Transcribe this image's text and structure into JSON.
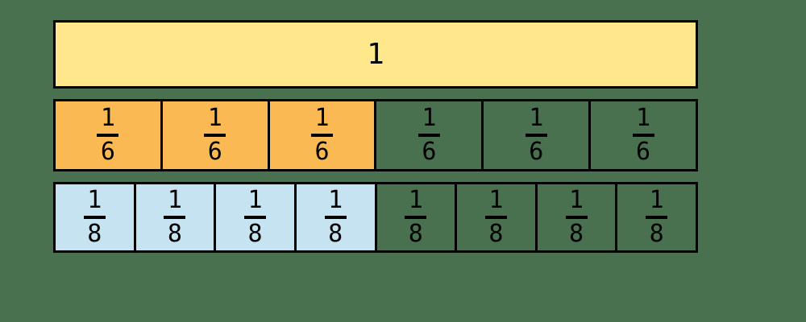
{
  "diagram_title": "fraction-bar-model",
  "colors": {
    "background": "#497150",
    "whole_fill": "#FFE78C",
    "sixths_fill": "#FBB954",
    "eighths_fill": "#C5E3F1",
    "border_color": "#000000",
    "text_color": "#000000"
  },
  "rows": [
    {
      "name": "whole",
      "label": "1",
      "shaded_count": 1,
      "total_cells": 1
    },
    {
      "name": "sixths",
      "shaded_count": 3,
      "total_cells": 6,
      "cells": [
        {
          "numerator": "1",
          "denominator": "6",
          "shaded": true
        },
        {
          "numerator": "1",
          "denominator": "6",
          "shaded": true
        },
        {
          "numerator": "1",
          "denominator": "6",
          "shaded": true
        },
        {
          "numerator": "1",
          "denominator": "6",
          "shaded": false
        },
        {
          "numerator": "1",
          "denominator": "6",
          "shaded": false
        },
        {
          "numerator": "1",
          "denominator": "6",
          "shaded": false
        }
      ]
    },
    {
      "name": "eighths",
      "shaded_count": 4,
      "total_cells": 8,
      "cells": [
        {
          "numerator": "1",
          "denominator": "8",
          "shaded": true
        },
        {
          "numerator": "1",
          "denominator": "8",
          "shaded": true
        },
        {
          "numerator": "1",
          "denominator": "8",
          "shaded": true
        },
        {
          "numerator": "1",
          "denominator": "8",
          "shaded": true
        },
        {
          "numerator": "1",
          "denominator": "8",
          "shaded": false
        },
        {
          "numerator": "1",
          "denominator": "8",
          "shaded": false
        },
        {
          "numerator": "1",
          "denominator": "8",
          "shaded": false
        },
        {
          "numerator": "1",
          "denominator": "8",
          "shaded": false
        }
      ]
    }
  ]
}
